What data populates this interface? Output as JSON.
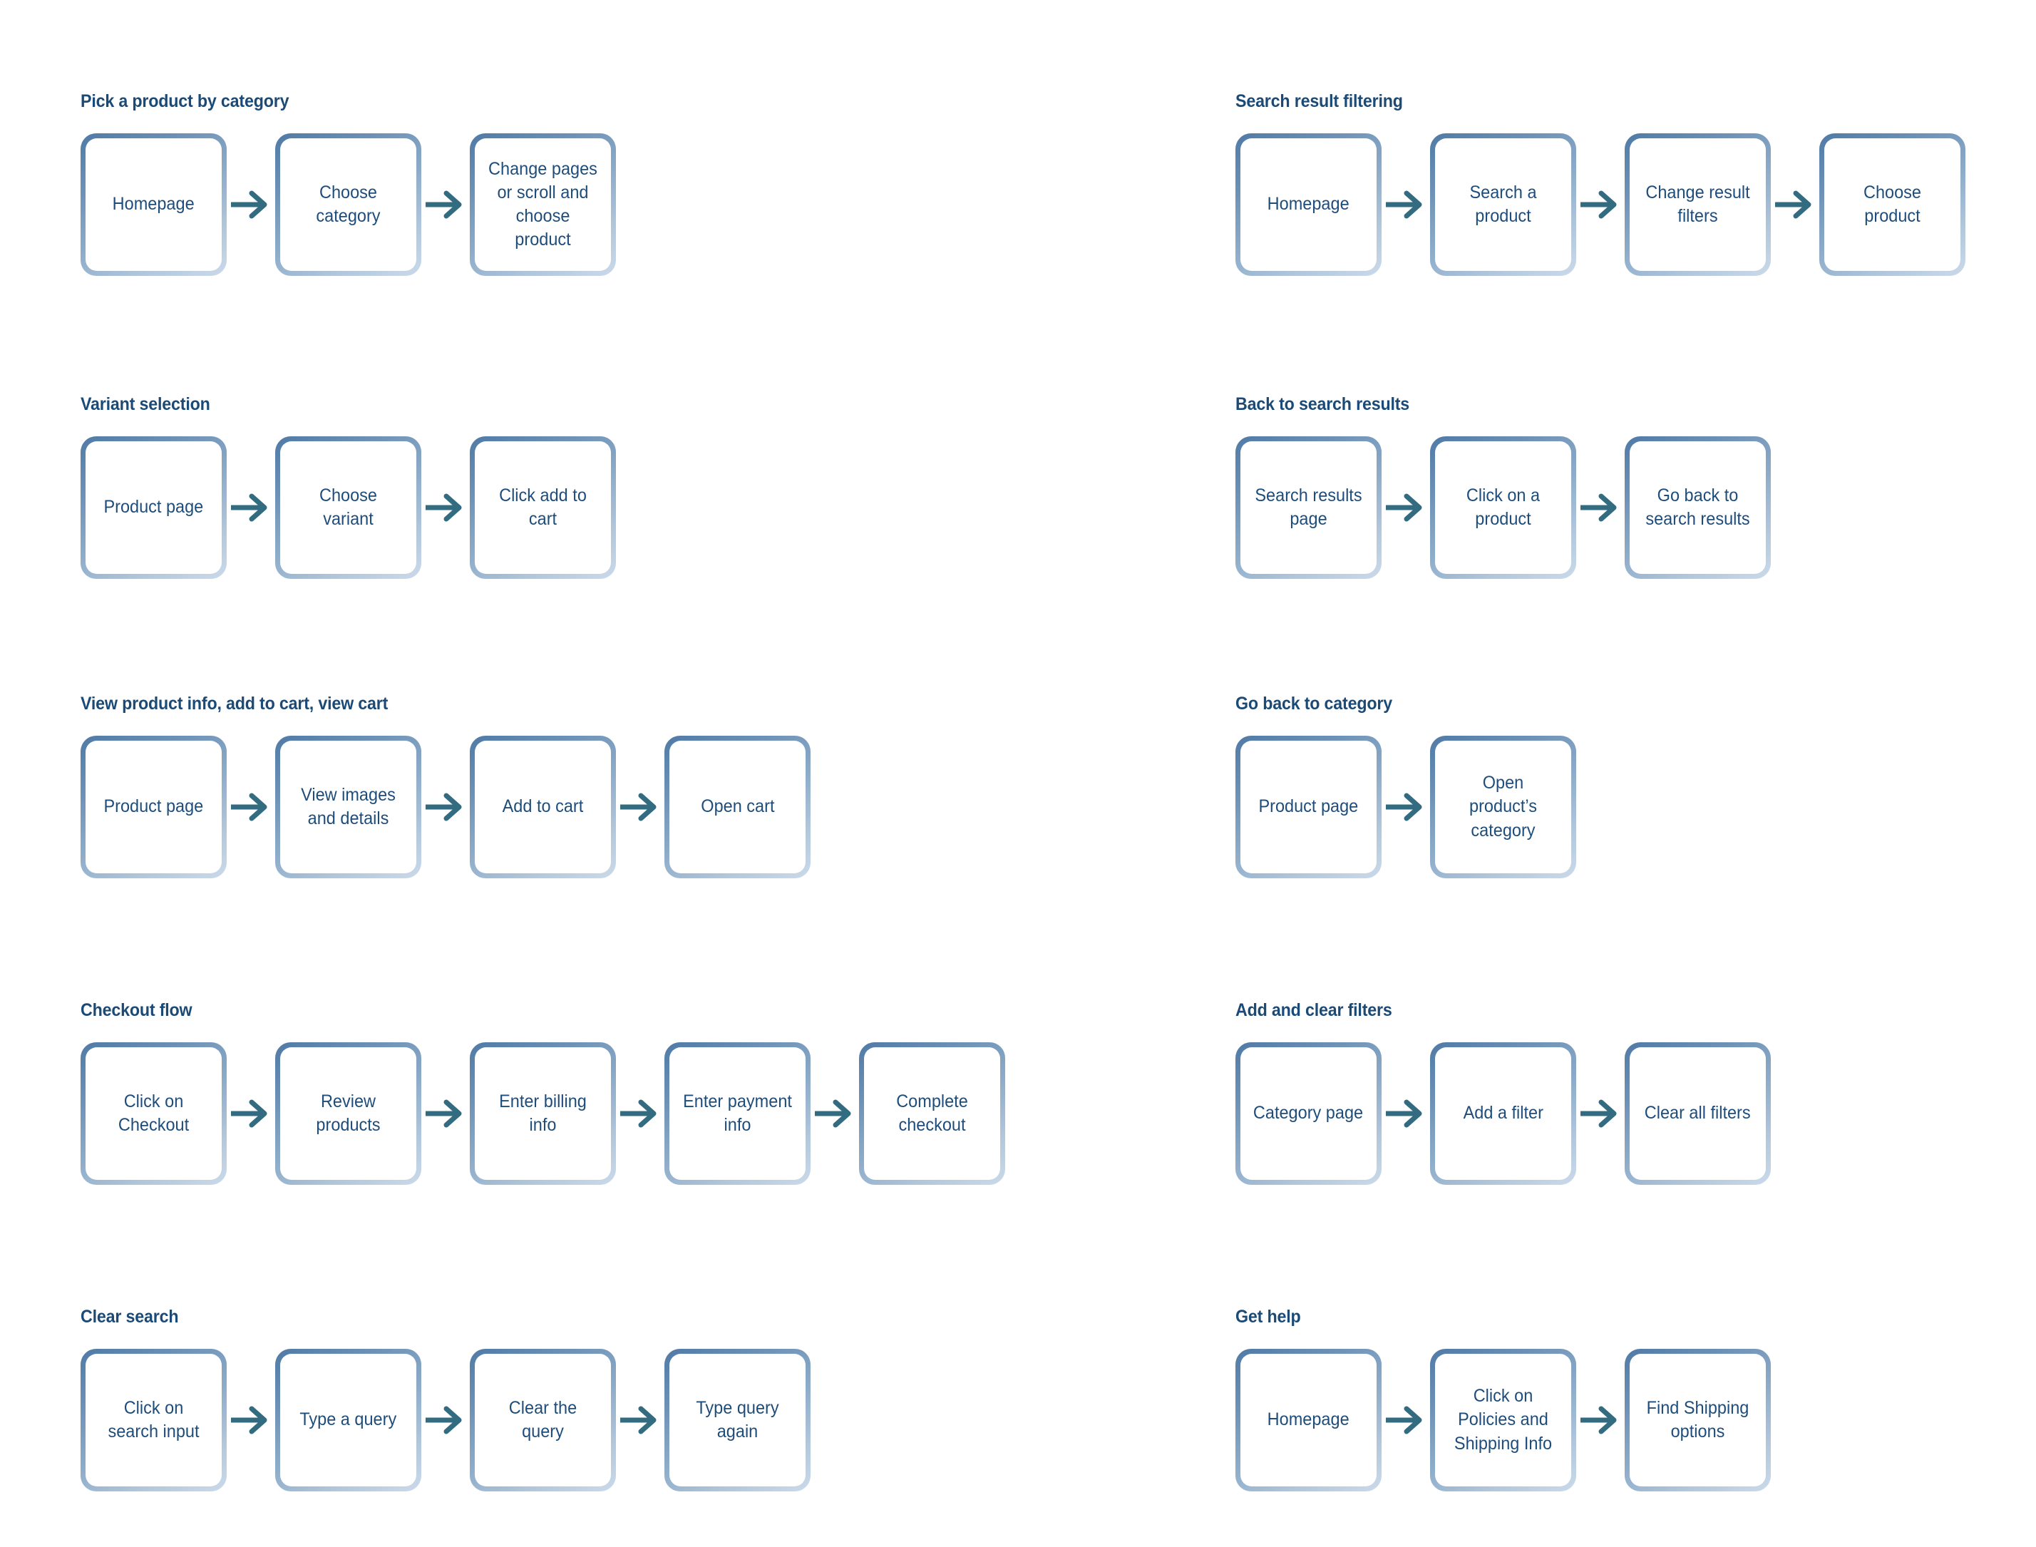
{
  "theme": {
    "title_color": "#1b4a76",
    "label_color": "#1e4d7b",
    "arrow_color": "#336b80",
    "border_gradient_start": "#4f7aa6",
    "border_gradient_end": "#cbdaea",
    "background": "#ffffff"
  },
  "arrow_icon_name": "arrow-right-icon",
  "columns": [
    {
      "name": "left-column",
      "groups": [
        {
          "title": "Pick a product by category",
          "steps": [
            "Homepage",
            "Choose category",
            "Change pages or scroll and choose product"
          ]
        },
        {
          "title": "Variant selection",
          "steps": [
            "Product page",
            "Choose variant",
            "Click add to cart"
          ]
        },
        {
          "title": "View product info, add to cart, view cart",
          "steps": [
            "Product page",
            "View images and details",
            "Add to cart",
            "Open cart"
          ]
        },
        {
          "title": "Checkout flow",
          "steps": [
            "Click on Checkout",
            "Review products",
            "Enter billing info",
            "Enter payment info",
            "Complete checkout"
          ]
        },
        {
          "title": "Clear search",
          "steps": [
            "Click on search input",
            "Type a query",
            "Clear the query",
            "Type query again"
          ]
        }
      ]
    },
    {
      "name": "right-column",
      "groups": [
        {
          "title": "Search result filtering",
          "steps": [
            "Homepage",
            "Search a product",
            "Change result filters",
            "Choose product"
          ]
        },
        {
          "title": "Back to search results",
          "steps": [
            "Search results page",
            "Click on a product",
            "Go back to search results"
          ]
        },
        {
          "title": "Go back to category",
          "steps": [
            "Product page",
            "Open product’s category"
          ]
        },
        {
          "title": "Add and clear filters",
          "steps": [
            "Category page",
            "Add a filter",
            "Clear all filters"
          ]
        },
        {
          "title": "Get help",
          "steps": [
            "Homepage",
            "Click on Policies and Shipping Info",
            "Find Shipping options"
          ]
        }
      ]
    }
  ],
  "row_tops": [
    130,
    555,
    975,
    1405,
    1835
  ]
}
